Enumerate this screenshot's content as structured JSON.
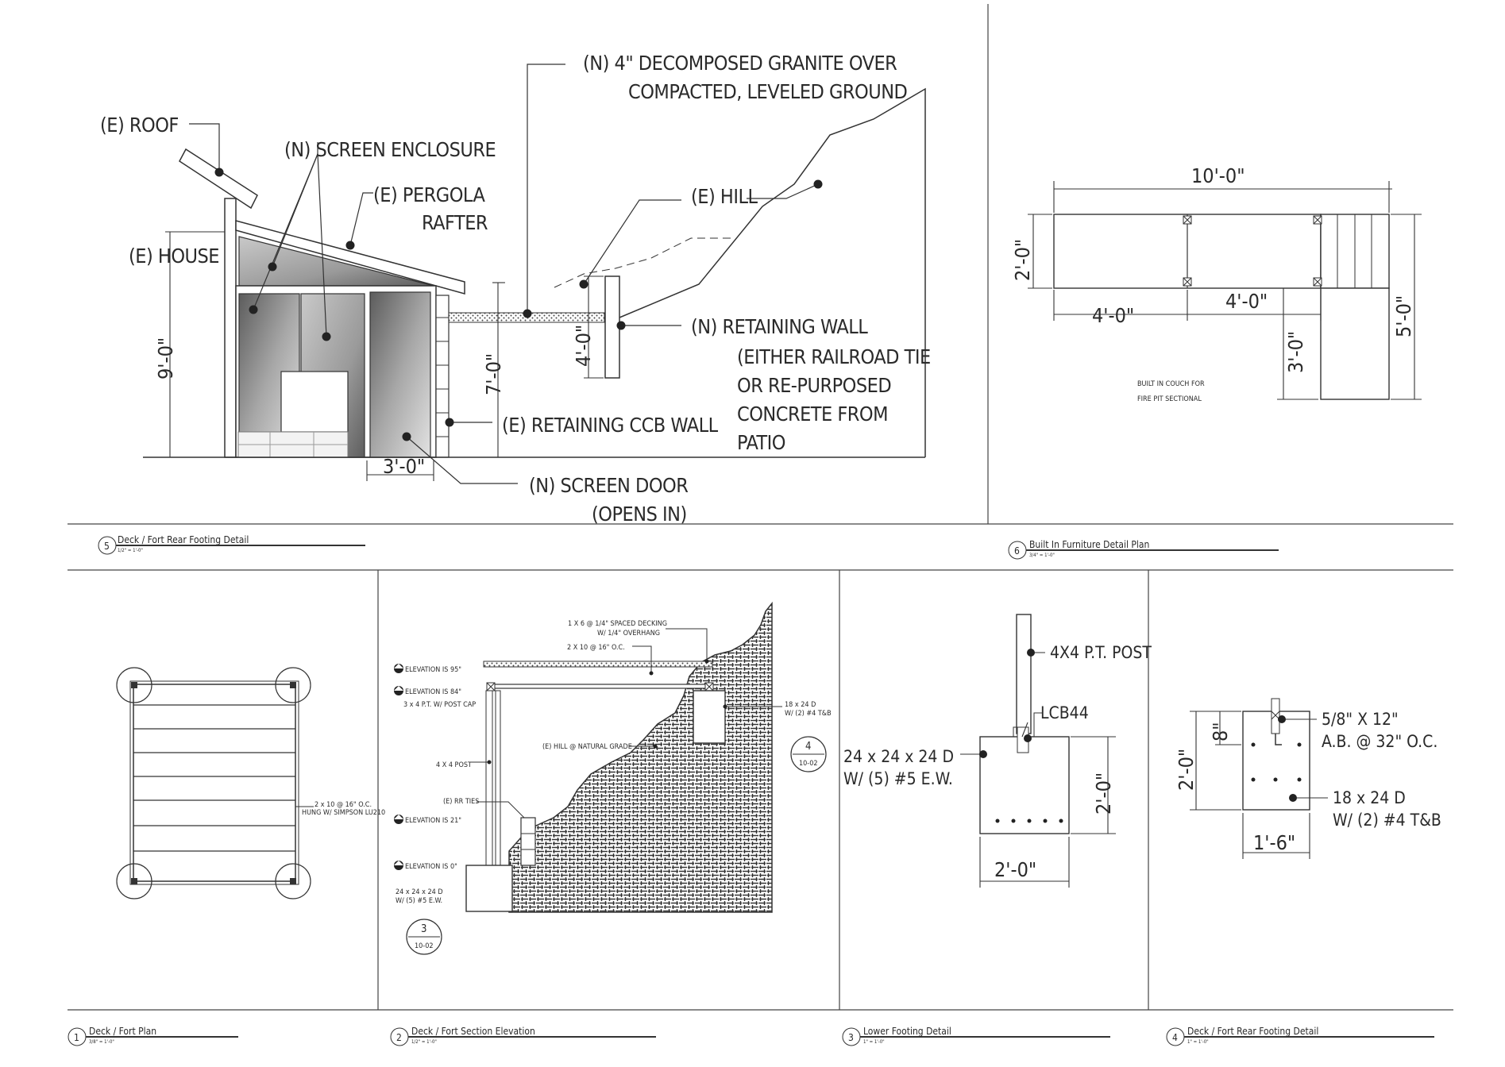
{
  "detail5": {
    "label_roof": "(E)  ROOF",
    "label_screen_enclosure": "(N)  SCREEN ENCLOSURE",
    "label_pergola_1": "(E)  PERGOLA",
    "label_pergola_2": "RAFTER",
    "label_house": "(E)  HOUSE",
    "label_dg_1": "(N) 4\" DECOMPOSED GRANITE OVER",
    "label_dg_2": "COMPACTED, LEVELED GROUND",
    "label_hill": "(E)  HILL",
    "label_rw_1": "(N)  RETAINING WALL",
    "label_rw_2": "(EITHER RAILROAD TIE",
    "label_rw_3": "OR RE-PURPOSED",
    "label_rw_4": "CONCRETE FROM",
    "label_rw_5": "PATIO",
    "label_ccb": "(E)  RETAINING CCB WALL",
    "label_door_1": "(N)  SCREEN DOOR",
    "label_door_2": "(OPENS IN)",
    "dim_9": "9'-0\"",
    "dim_7": "7'-0\"",
    "dim_4": "4'-0\"",
    "dim_3": "3'-0\"",
    "title_num": "5",
    "title": "Deck / Fort Rear Footing Detail",
    "scale": "1/2\" = 1'-0\""
  },
  "detail6": {
    "dim_10": "10'-0\"",
    "dim_2": "2'-0\"",
    "dim_4a": "4'-0\"",
    "dim_4b": "4'-0\"",
    "dim_3": "3'-0\"",
    "dim_5": "5'-0\"",
    "note_1": "BUILT IN COUCH FOR",
    "note_2": "FIRE PIT SECTIONAL",
    "title_num": "6",
    "title": "Built In Furniture Detail Plan",
    "scale": "3/4\" = 1'-0\""
  },
  "detail1": {
    "joist_1": "2 x 10 @ 16\" O.C.",
    "joist_2": "HUNG W/ SIMPSON LU210",
    "title_num": "1",
    "title": "Deck / Fort Plan",
    "scale": "3/8\" = 1'-0\""
  },
  "detail2": {
    "decking_1": "1 X 6 @ 1/4\" SPACED DECKING",
    "decking_2": "W/ 1/4\" OVERHANG",
    "joist": "2 X 10 @ 16\" O.C.",
    "elev_1": "ELEVATION IS 95\"",
    "elev_2": "ELEVATION IS 84\"",
    "post_cap": "3 x 4 P.T. W/ POST CAP",
    "post": "4 X 4 POST",
    "hill": "(E) HILL @ NATURAL GRADE",
    "rr_ties": "(E) RR TIES",
    "elev_3": "ELEVATION IS 21\"",
    "elev_4": "ELEVATION IS 0\"",
    "footing_1": "24 x 24 x 24 D",
    "footing_2": "W/ (5) #5 E.W.",
    "footing_r1": "18 x 24 D",
    "footing_r2": "W/ (2) #4 T&B",
    "bubble_right_num": "4",
    "bubble_right_sheet": "10-02",
    "bubble_left_num": "3",
    "bubble_left_sheet": "10-02",
    "title_num": "2",
    "title": "Deck / Fort Section Elevation",
    "scale": "1/2\" = 1'-0\""
  },
  "detail3": {
    "post": "4X4 P.T. POST",
    "lcb": "LCB44",
    "footing_1": "24  x 24 x 24 D",
    "footing_2": "W/ (5) #5 E.W.",
    "dim_h": "2'-0\"",
    "dim_w": "2'-0\"",
    "title_num": "3",
    "title": "Lower Footing Detail",
    "scale": "1\" = 1'-0\""
  },
  "detail4": {
    "bolt_1": "5/8\" X 12\"",
    "bolt_2": "A.B. @ 32\" O.C.",
    "footing_1": "18  x 24 D",
    "footing_2": "W/ (2) #4 T&B",
    "dim_8": "8\"",
    "dim_2": "2'-0\"",
    "dim_16": "1'-6\"",
    "title_num": "4",
    "title": "Deck / Fort Rear Footing Detail",
    "scale": "1\" = 1'-0\""
  }
}
